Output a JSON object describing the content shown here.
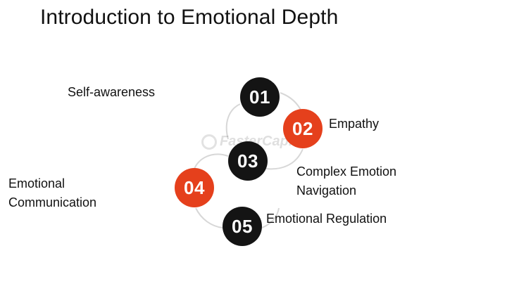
{
  "title": "Introduction to Emotional Depth",
  "watermark": "FasterCapital",
  "colors": {
    "dark": "#141414",
    "accent": "#e5401c",
    "connector": "#d7d7d7"
  },
  "nodes": [
    {
      "number": "01",
      "label": "Self-awareness",
      "color": "#141414"
    },
    {
      "number": "02",
      "label": "Empathy",
      "color": "#e5401c"
    },
    {
      "number": "03",
      "label": "Complex Emotion Navigation",
      "label_lines": [
        "Complex Emotion",
        "Navigation"
      ],
      "color": "#141414"
    },
    {
      "number": "04",
      "label": "Emotional Communication",
      "label_lines": [
        "Emotional",
        "Communication"
      ],
      "color": "#e5401c"
    },
    {
      "number": "05",
      "label": "Emotional Regulation",
      "color": "#141414"
    }
  ]
}
